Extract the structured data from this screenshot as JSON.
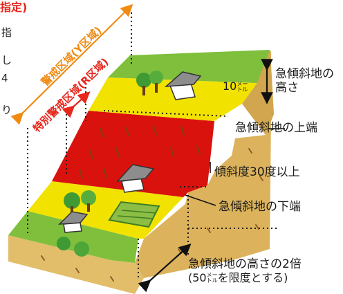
{
  "header_fragment": "指定)",
  "side_fragments": [
    "指",
    "​",
    "し",
    "4",
    "り"
  ],
  "zones": {
    "yellow": "警戒区域(Y区域)",
    "red": "特別警戒区域(R区域)"
  },
  "labels": {
    "height_value": "10",
    "height_unit_top": "メー",
    "height_unit_bottom": "トル",
    "slope_height_line1": "急傾斜地の",
    "slope_height_line2": "高さ",
    "top_edge": "急傾斜地の上端",
    "gradient": "傾斜度30度以上",
    "bottom_edge": "急傾斜地の下端",
    "double_height_line1": "急傾斜地の高さの2倍",
    "double_height_line2_pre": "(50",
    "double_height_unit_top": "メー",
    "double_height_unit_bottom": "トル",
    "double_height_line2_post": "を限度とする)"
  },
  "colors": {
    "zone_yellow": "#f2e200",
    "zone_red": "#d9120e",
    "grass": "#7fbf3c",
    "earth": "#dcb35c",
    "accent_orange": "#f08a10",
    "accent_red": "#e8261c"
  }
}
